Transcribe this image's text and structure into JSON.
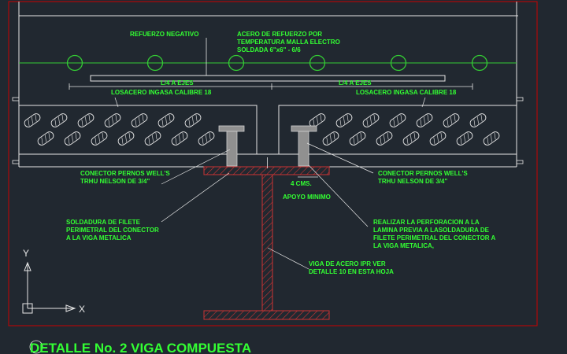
{
  "title": "DETALLE No. 2 VIGA COMPUESTA",
  "labels": {
    "refuerzo_negativo": "REFUERZO NEGATIVO",
    "acero_line1": "ACERO DE REFUERZO POR",
    "acero_line2": "TEMPERATURA MALLA ELECTRO",
    "acero_line3": "SOLDADA 6\"x6\" - 6/6",
    "l4_left": "L/4 A EJES",
    "l4_right": "L/4 A EJES",
    "losacero_left": "LOSACERO INGASA CALIBRE 18",
    "losacero_right": "LOSACERO INGASA CALIBRE 18",
    "conector_left_1": "CONECTOR PERNOS WELL'S",
    "conector_left_2": "TRHU NELSON DE 3/4\"",
    "conector_right_1": "CONECTOR PERNOS WELL'S",
    "conector_right_2": "TRHU NELSON DE 3/4\"",
    "cms": "4 CMS.",
    "apoyo": "APOYO MINIMO",
    "soldadura_1": "SOLDADURA DE FILETE",
    "soldadura_2": "PERIMETRAL DEL CONECTOR",
    "soldadura_3": "A LA VIGA METALICA",
    "realizar_1": "REALIZAR LA PERFORACION A LA",
    "realizar_2": "LAMINA PREVIA A LASOLDADURA DE",
    "realizar_3": "FILETE PERIMETRAL DEL CONECTOR A",
    "realizar_4": "LA VIGA METALICA,",
    "viga_1": "VIGA DE ACERO IPR VER",
    "viga_2": "DETALLE 10 EN ESTA HOJA",
    "axis_y": "Y",
    "axis_x": "X"
  },
  "colors": {
    "background": "#212830",
    "text": "#33ff33",
    "linework": "#e6e6e6",
    "frame": "#cc0000",
    "rebar": "#33cc33",
    "beam_hatch": "#cc3333",
    "stud": "#909090"
  }
}
